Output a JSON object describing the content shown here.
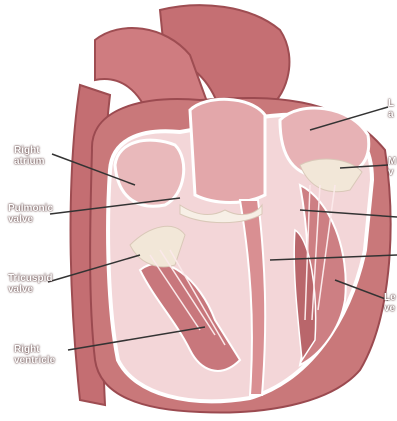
{
  "labels": {
    "right_atrium": [
      "Right",
      "atrium"
    ],
    "pulmonic_valve": [
      "Pulmonic",
      "valve"
    ],
    "tricuspid_valve": [
      "Tricuspid",
      "valve"
    ],
    "right_ventricle": [
      "Right",
      "ventricle"
    ],
    "left_atrium_cut": [
      "L",
      "a"
    ],
    "mitral_valve_cut": [
      "M",
      "v"
    ],
    "left_ventricle_cut": [
      "Le",
      "ve"
    ]
  },
  "colors": {
    "heart_outer": "#c9787a",
    "heart_dark": "#a7535a",
    "chamber_fill": "#f3d6d8",
    "septum_wall": "#d98f92",
    "valve_white": "#f7efe6",
    "leader_line": "#333333",
    "background": "#ffffff"
  }
}
